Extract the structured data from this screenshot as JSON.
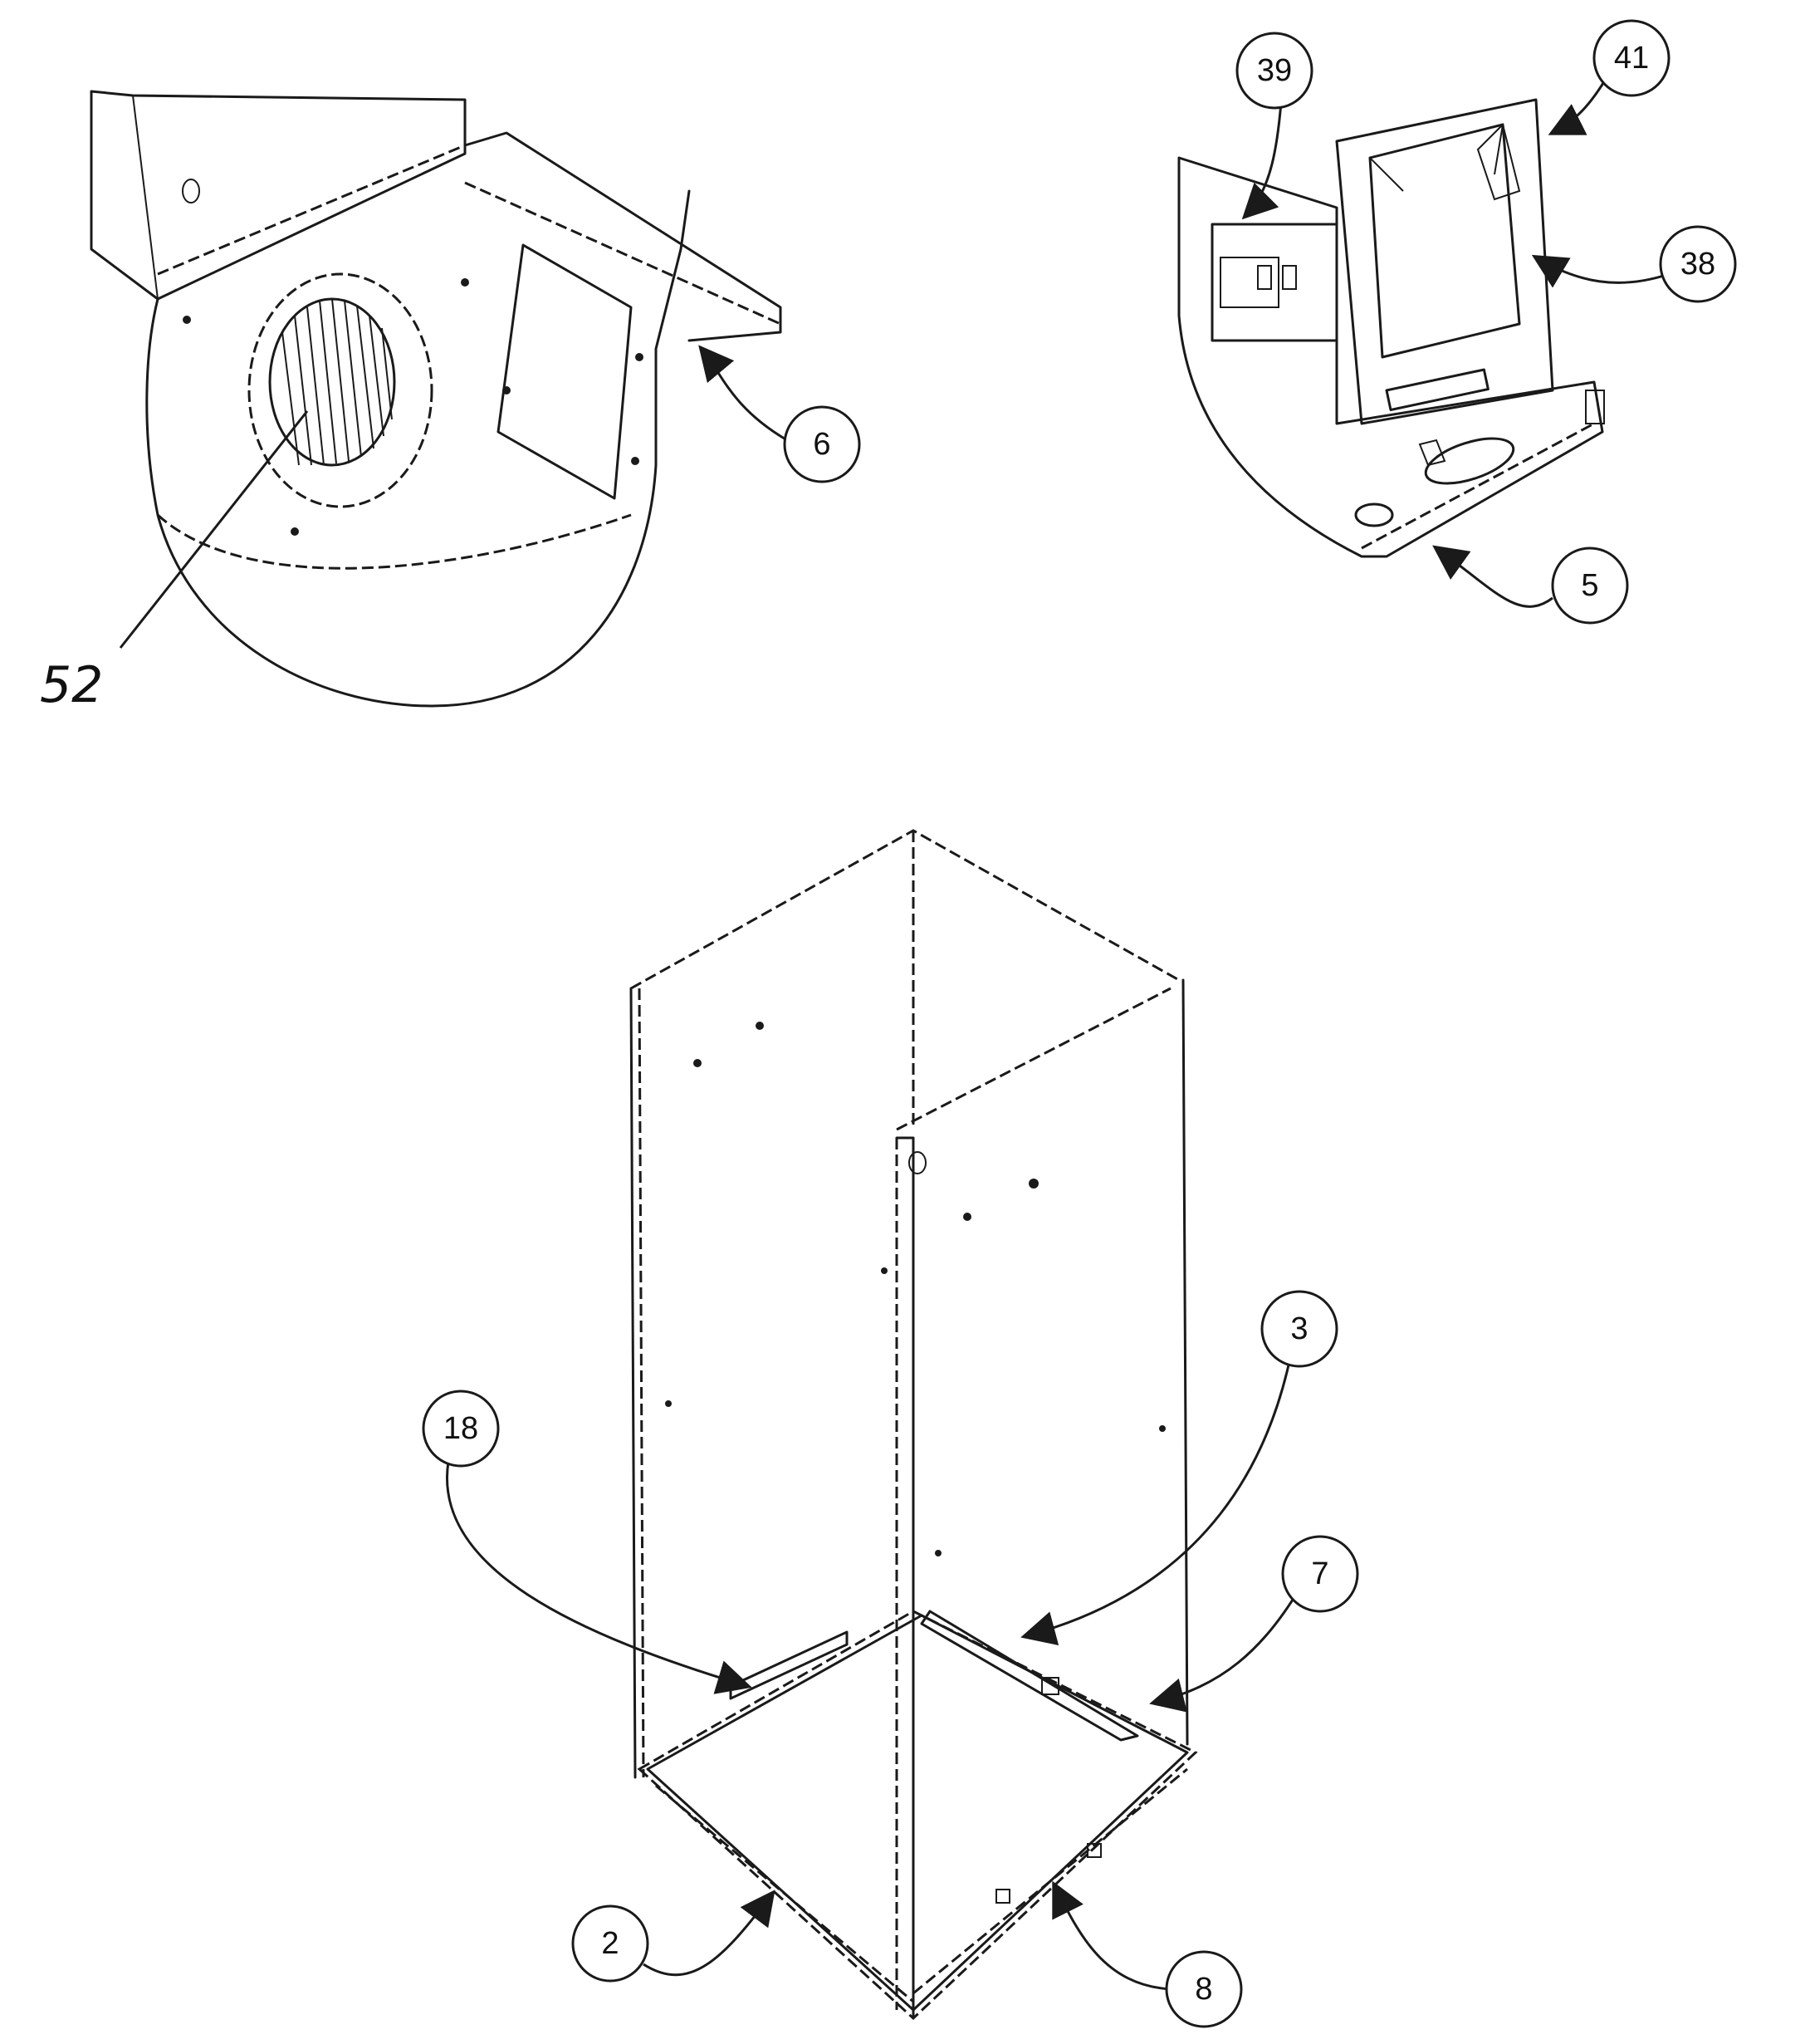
{
  "callouts": {
    "c6": "6",
    "c39": "39",
    "c41": "41",
    "c38": "38",
    "c5": "5",
    "c3": "3",
    "c18": "18",
    "c7": "7",
    "c2": "2",
    "c8": "8"
  },
  "free_labels": {
    "c52": "52"
  },
  "colors": {
    "ink": "#1a1a1a",
    "paper": "#ffffff"
  }
}
